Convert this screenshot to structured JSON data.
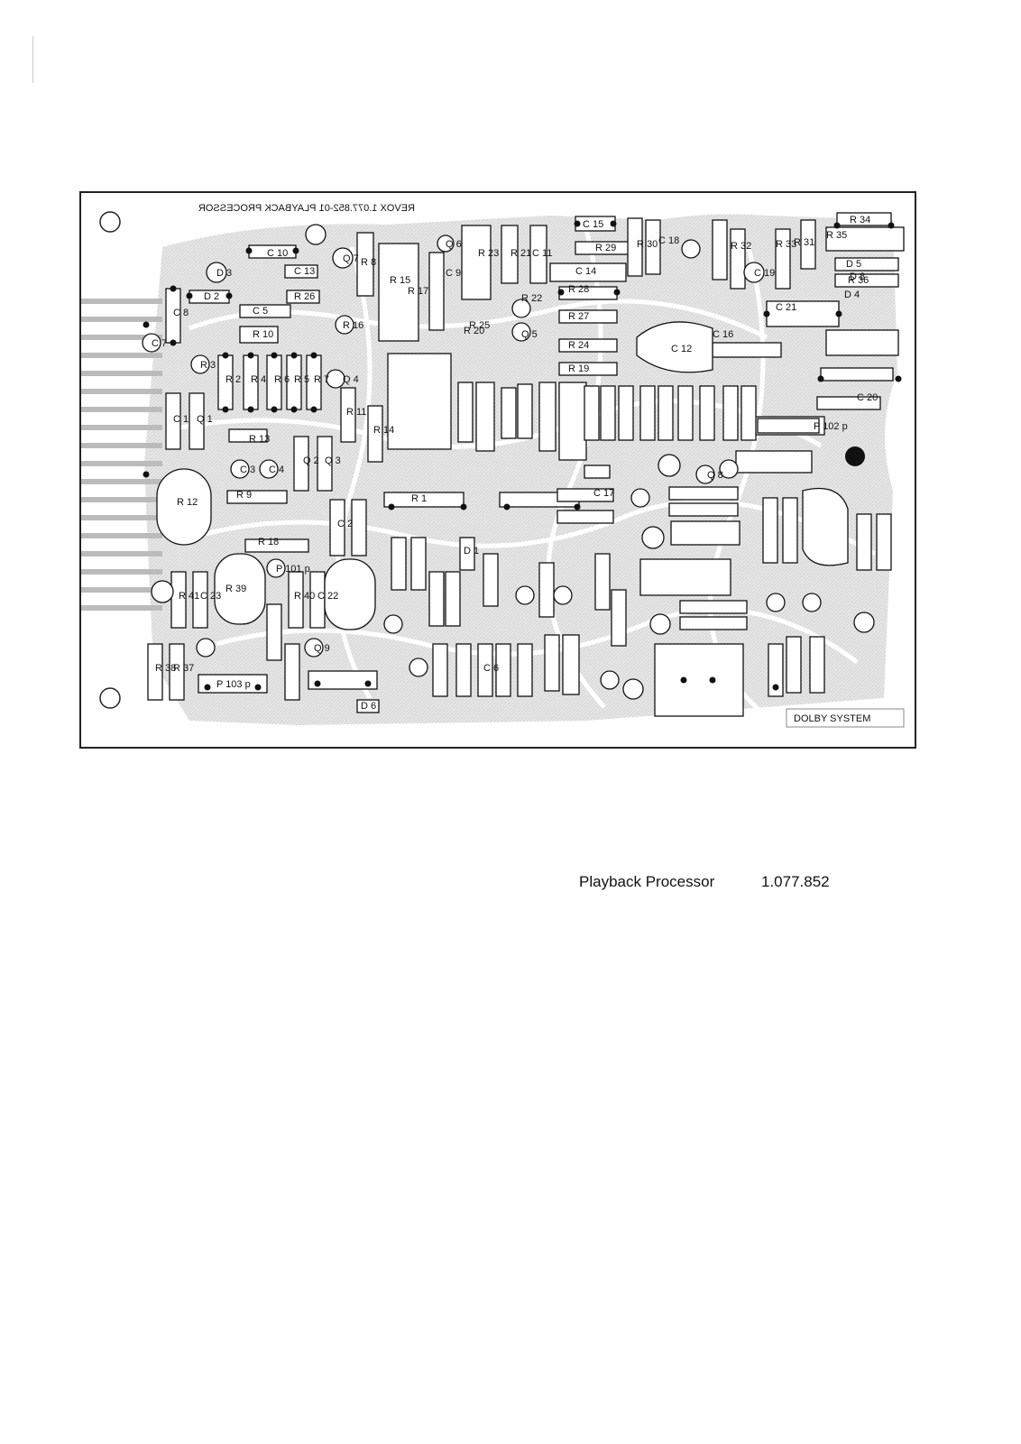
{
  "board": {
    "header_text": "REVOX 1.077.852-01 PLAYBACK PROCESSOR",
    "footer_logo_text": "DOLBY SYSTEM"
  },
  "caption": {
    "title": "Playback Processor",
    "part_number": "1.077.852"
  },
  "components": [
    "R 34",
    "D 5",
    "R 36",
    "D 4",
    "C 21",
    "R 35",
    "R 33",
    "C 19",
    "R 32",
    "R 31",
    "C 18",
    "R 30",
    "R 29",
    "R 28",
    "R 27",
    "R 24",
    "R 19",
    "C 15",
    "C 14",
    "C 11",
    "R 21",
    "R 23",
    "C 9",
    "R 25",
    "R 20",
    "R 22",
    "Q 5",
    "Q 6",
    "Q 7",
    "C 10",
    "C 13",
    "R 26",
    "D 3",
    "D 2",
    "C 5",
    "R 8",
    "R 15",
    "R 16",
    "R 17",
    "Q 4",
    "C 8",
    "C 7",
    "R 3",
    "C 1",
    "Q 1",
    "R 2",
    "R 4",
    "R 6",
    "R 5",
    "R 7",
    "R 11",
    "R 14",
    "R 10",
    "R 13",
    "C 3",
    "C 4",
    "Q 2",
    "Q 3",
    "R 12",
    "R 9",
    "C 2",
    "R 1",
    "R 18",
    "P 101 p",
    "R 41",
    "C 23",
    "R 39",
    "R 40",
    "C 22",
    "R 38",
    "R 37",
    "Q 9",
    "P 103 p",
    "D 6",
    "D 1",
    "C 17",
    "C 16",
    "C 12",
    "P 102 p",
    "C 20",
    "D 8",
    "Q 8",
    "C 6"
  ]
}
